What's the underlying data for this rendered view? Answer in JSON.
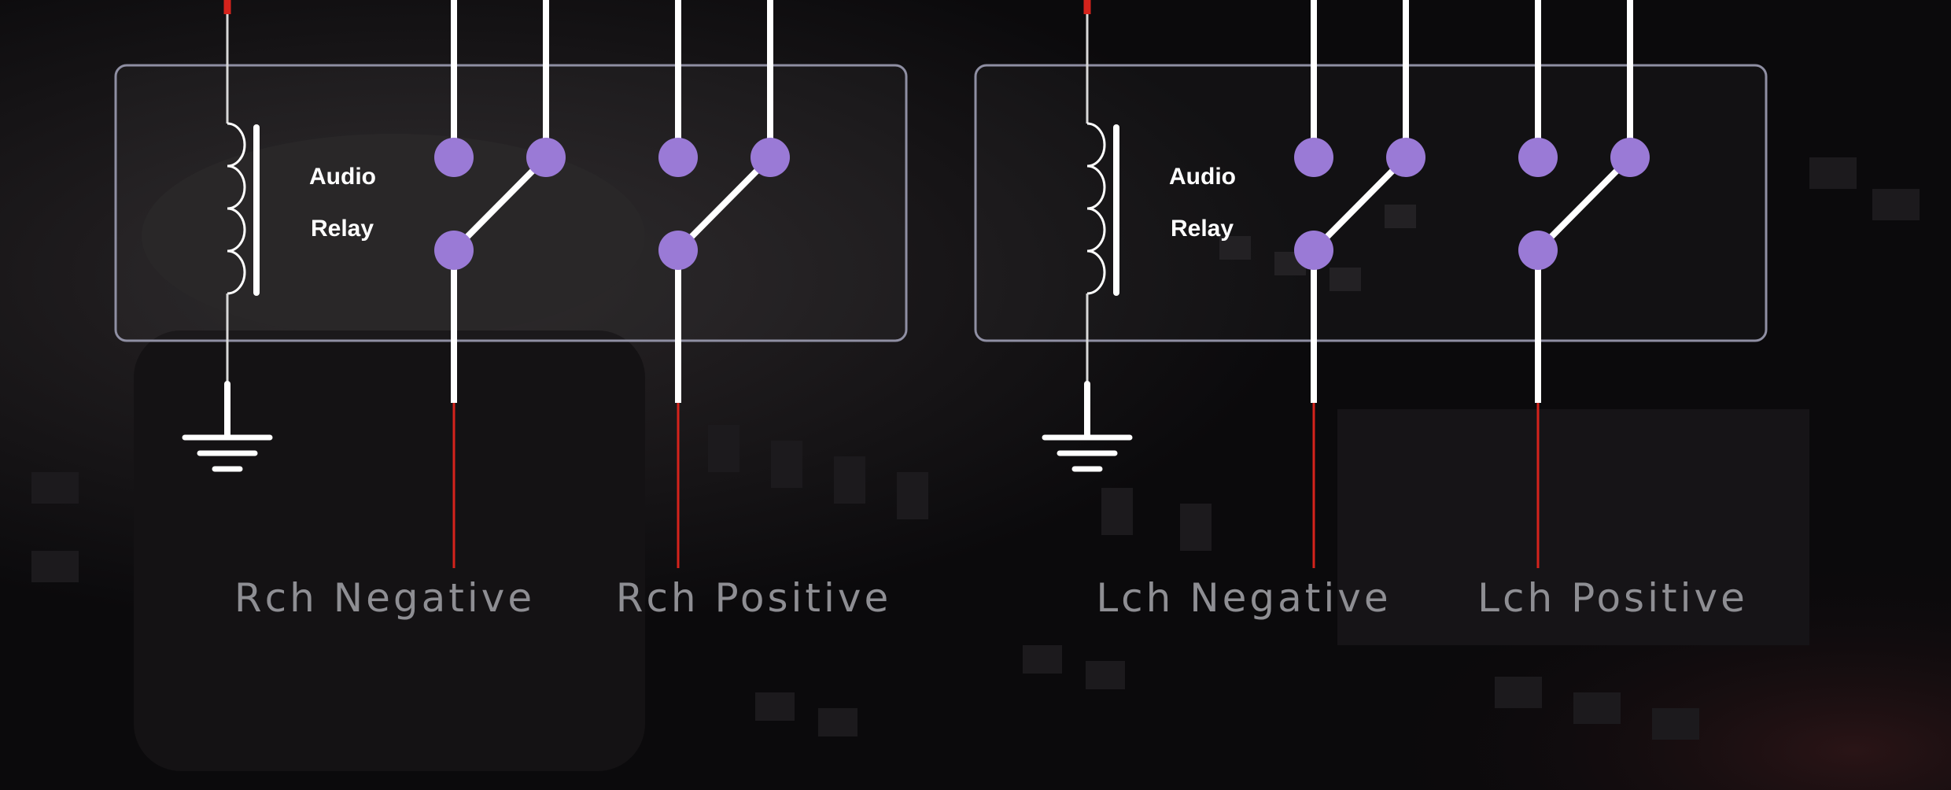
{
  "diagram": {
    "relays": [
      {
        "label_line1": "Audio",
        "label_line2": "Relay"
      },
      {
        "label_line1": "Audio",
        "label_line2": "Relay"
      }
    ],
    "channels": [
      {
        "label": "Rch Negative"
      },
      {
        "label": "Rch Positive"
      },
      {
        "label": "Lch Negative"
      },
      {
        "label": "Lch Positive"
      }
    ],
    "colors": {
      "background": "#0b0a0c",
      "wire": "#ffffff",
      "signal": "#d5231c",
      "contact": "#9a7ad6",
      "box_border": "#8f8fa3",
      "channel_text": "#8e8e93"
    }
  }
}
